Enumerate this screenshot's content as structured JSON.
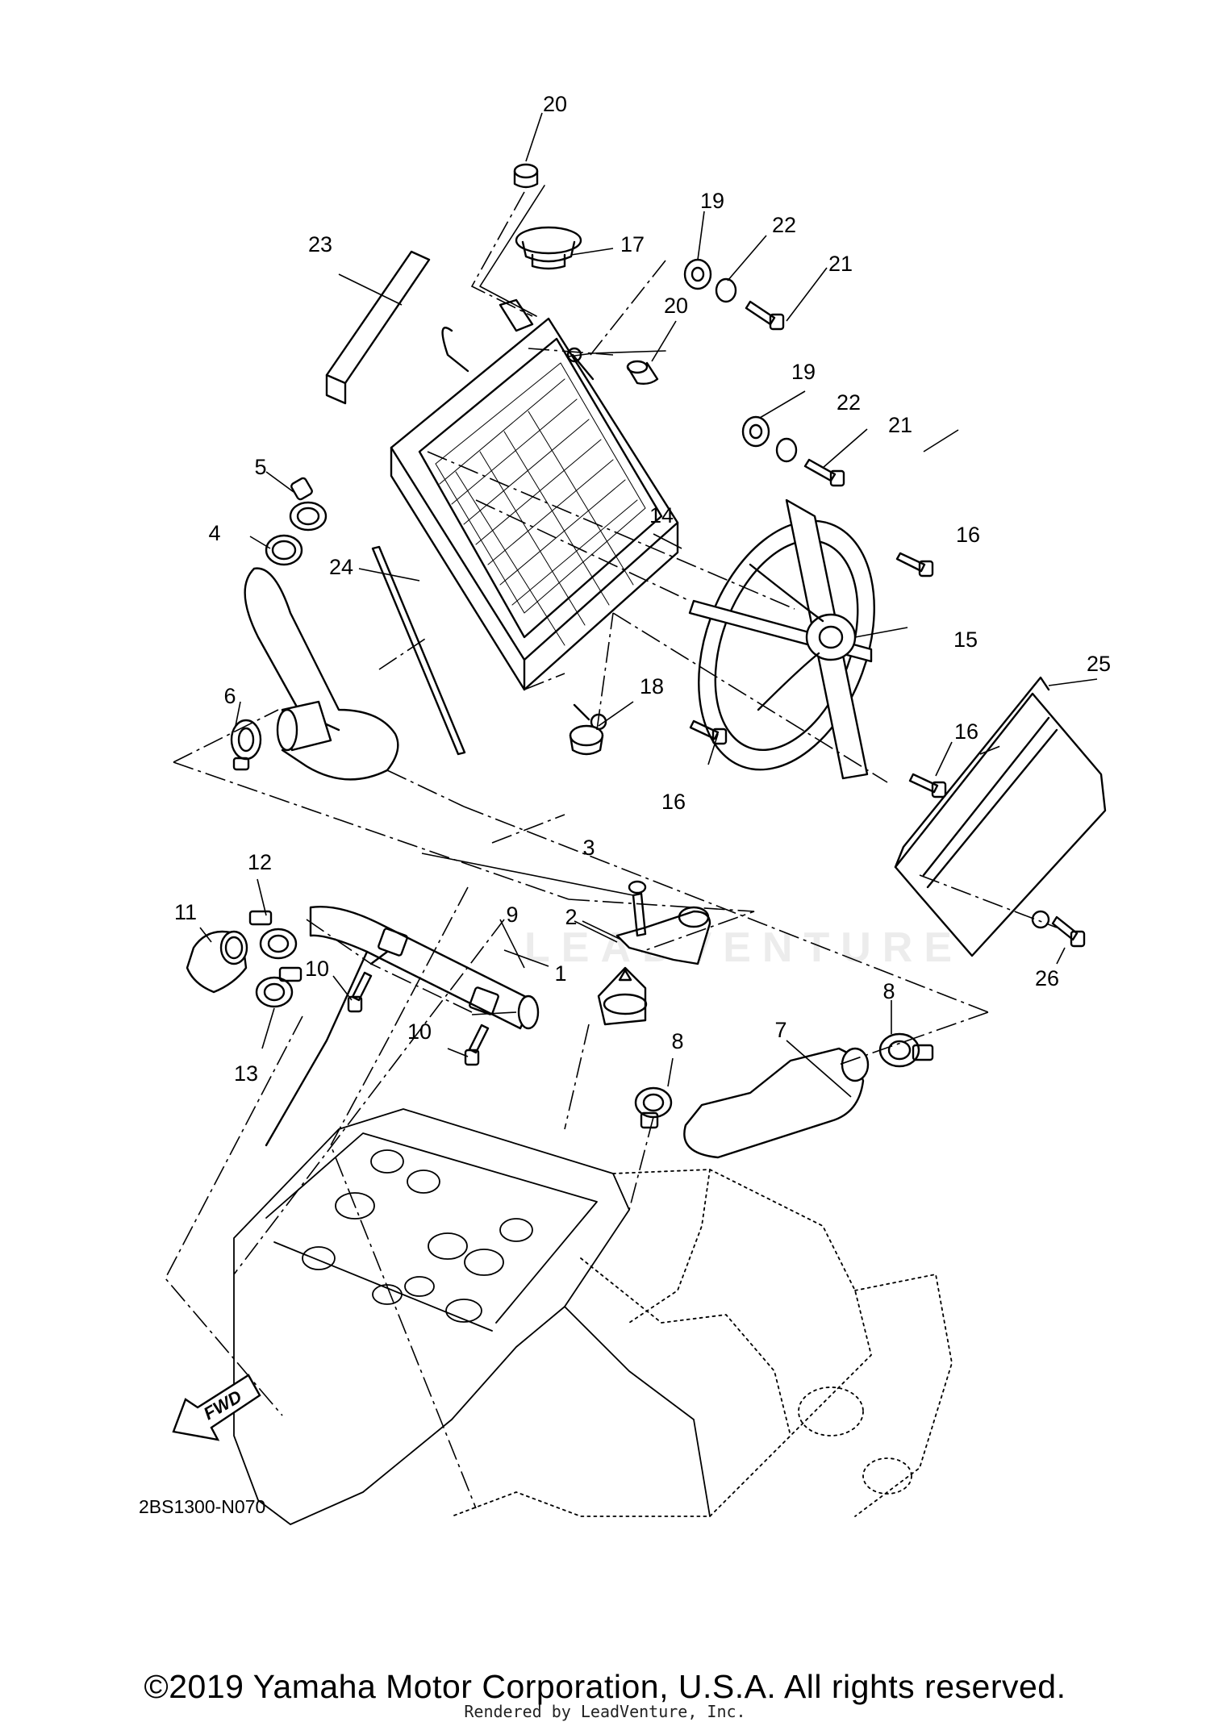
{
  "diagram": {
    "code": "2BS1300-N070",
    "fwd_label": "FWD",
    "watermark": "LEADVENTURE",
    "callouts": [
      "20",
      "17",
      "19",
      "22",
      "21",
      "23",
      "20",
      "19",
      "22",
      "21",
      "5",
      "4",
      "14",
      "16",
      "24",
      "15",
      "25",
      "6",
      "18",
      "16",
      "16",
      "3",
      "11",
      "12",
      "2",
      "9",
      "1",
      "10",
      "8",
      "7",
      "10",
      "8",
      "26",
      "13"
    ]
  },
  "footer": {
    "copyright": "©2019 Yamaha Motor Corporation, U.S.A. All rights reserved.",
    "rendered_by": "Rendered by LeadVenture, Inc."
  }
}
